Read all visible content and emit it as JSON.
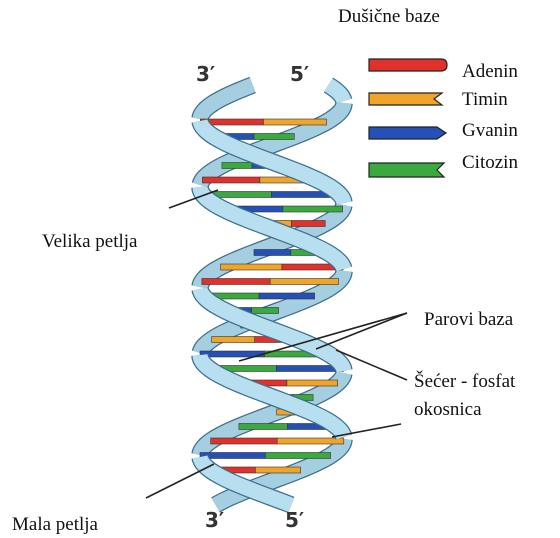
{
  "legend": {
    "title": "Dušične baze",
    "items": [
      {
        "label": "Adenin",
        "color": "#e0312b",
        "shape": "rounded"
      },
      {
        "label": "Timin",
        "color": "#f0a52a",
        "shape": "notch"
      },
      {
        "label": "Gvanin",
        "color": "#2550b8",
        "shape": "point"
      },
      {
        "label": "Citozin",
        "color": "#3aaa3f",
        "shape": "flag"
      }
    ]
  },
  "strand_ends": {
    "top_left": "3′",
    "top_right": "5′",
    "bottom_left": "3′",
    "bottom_right": "5′"
  },
  "labels": {
    "major_groove": "Velika petlja",
    "base_pairs": "Parovi baza",
    "backbone_line1": "Šećer - fosfat",
    "backbone_line2": "okosnica",
    "minor_groove": "Mala petlja"
  },
  "colors": {
    "backbone_fill": "#b8dff0",
    "backbone_edge": "#3d6f8e",
    "adenine": "#e0312b",
    "thymine": "#f0a52a",
    "guanine": "#2550b8",
    "cytosine": "#3aaa3f"
  }
}
